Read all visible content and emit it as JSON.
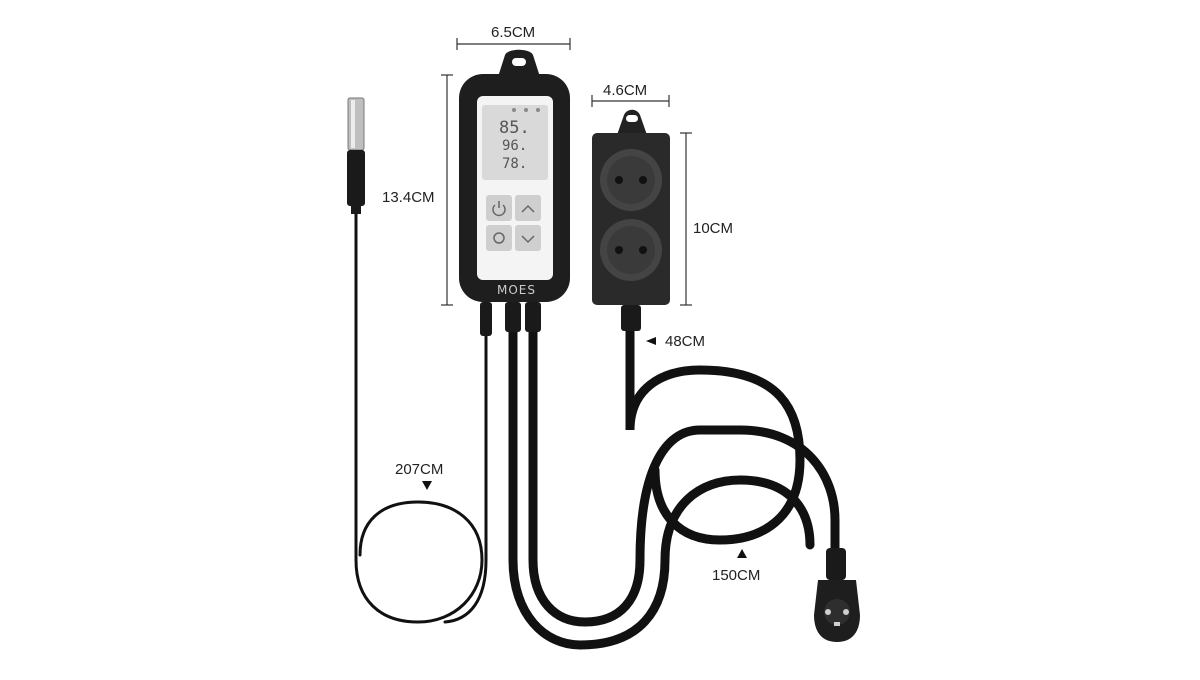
{
  "dimensions": {
    "controller_width": "6.5CM",
    "controller_height": "13.4CM",
    "socket_width": "4.6CM",
    "socket_height": "10CM",
    "socket_cable": "48CM",
    "probe_cable": "207CM",
    "power_cable": "150CM"
  },
  "display": {
    "temp1": "85.",
    "temp2": "96.",
    "temp3": "78."
  },
  "brand": "MOES",
  "colors": {
    "device_body": "#1e1e1e",
    "cable": "#111111",
    "face": "#f4f4f4",
    "lcd": "#d9d9d9"
  }
}
